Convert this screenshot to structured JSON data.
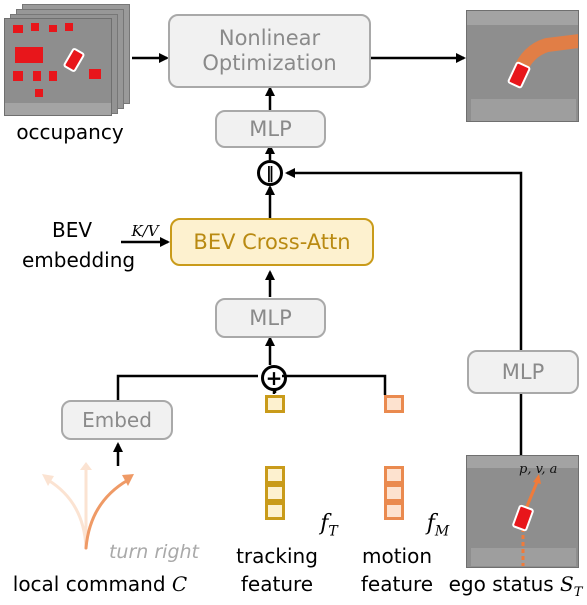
{
  "colors": {
    "grey_fill": "#f1f1f1",
    "grey_border": "#a9a9a9",
    "grey_text": "#8a8a8a",
    "gold_fill": "#fdf1cf",
    "gold_border": "#c99b1a",
    "orange_fill": "#fde2cf",
    "orange_border": "#ea8a4f",
    "occupancy_red": "#e8161b",
    "map_bg": "#8e8e8e"
  },
  "nodes": {
    "nonlinear_optimization": {
      "line1": "Nonlinear",
      "line2": "Optimization"
    },
    "mlp_top": "MLP",
    "concat_symbol": "‖",
    "bev_cross_attn": "BEV Cross-Attn",
    "mlp_mid": "MLP",
    "sum_symbol": "+",
    "embed": "Embed",
    "mlp_ego": "MLP"
  },
  "labels": {
    "occupancy": "occupancy",
    "bev_line1": "BEV",
    "bev_line2": "embedding",
    "kv": "K/V",
    "turn_right": "turn right",
    "local_command": "local command ",
    "local_command_symbol": "C",
    "tracking_line1": "tracking",
    "tracking_line2": "feature",
    "f_t": "f",
    "f_t_sub": "T",
    "motion_line1": "motion",
    "motion_line2": "feature",
    "f_m": "f",
    "f_m_sub": "M",
    "ego_status": "ego status ",
    "ego_status_symbol": "S",
    "ego_status_sub": "T",
    "pva": "p, v, a"
  },
  "icons": {
    "occupancy_map": "occupancy-grid-icon",
    "trajectory_map": "planned-trajectory-icon",
    "command_arrows": "direction-arrows-icon",
    "ego_map": "ego-vehicle-icon"
  }
}
